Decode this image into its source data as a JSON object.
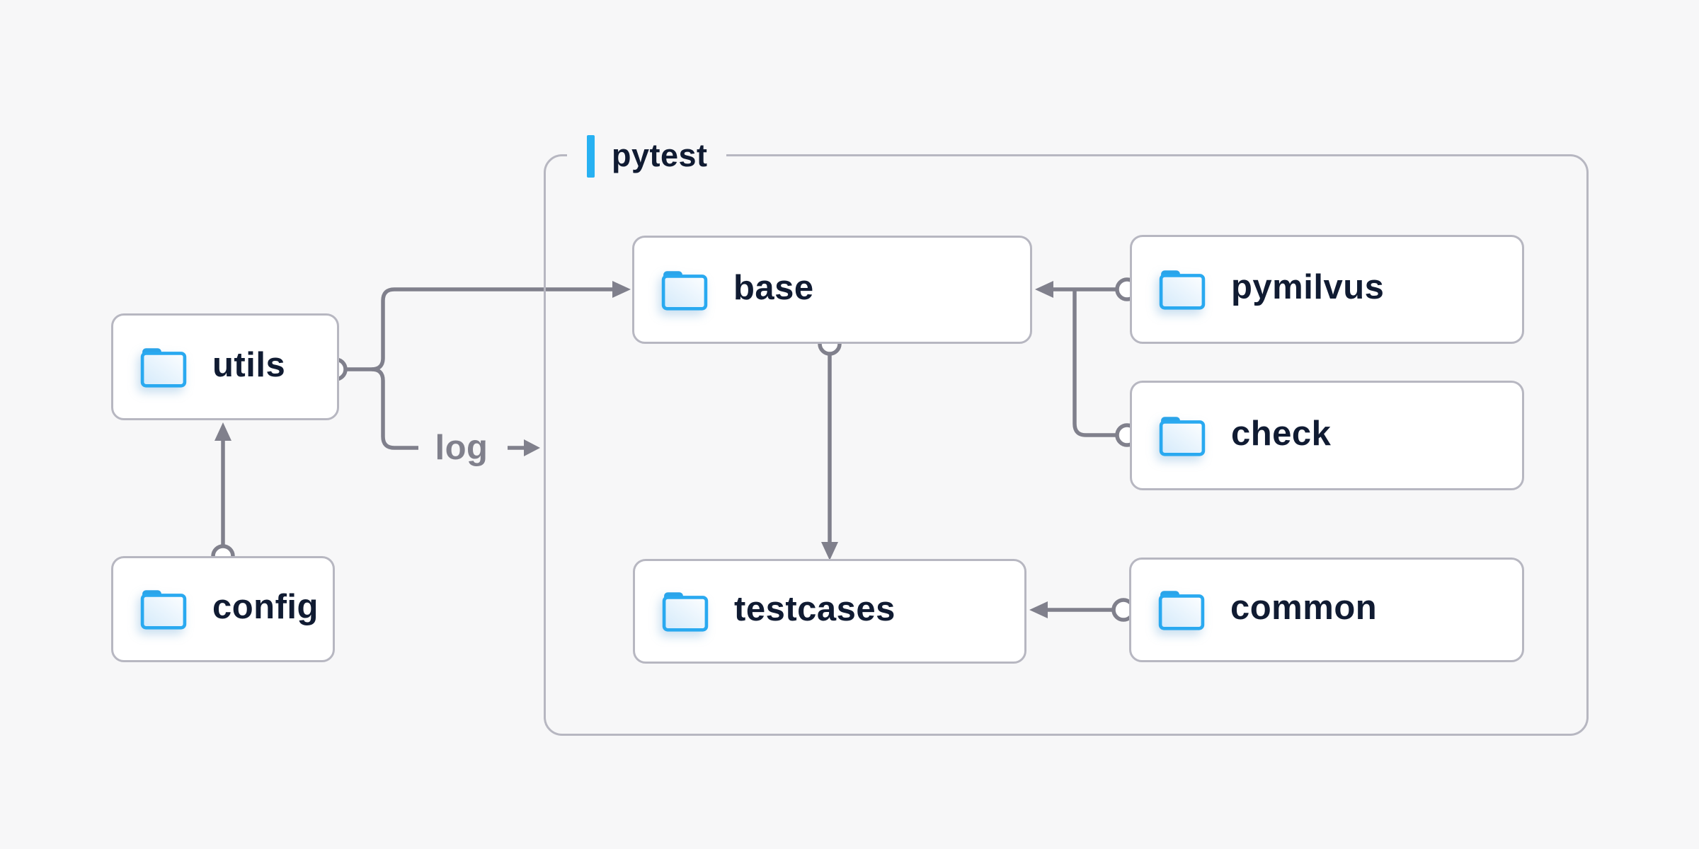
{
  "diagram": {
    "container": {
      "label": "pytest"
    },
    "nodes": [
      {
        "id": "utils",
        "label": "utils"
      },
      {
        "id": "config",
        "label": "config"
      },
      {
        "id": "base",
        "label": "base"
      },
      {
        "id": "pymilvus",
        "label": "pymilvus"
      },
      {
        "id": "check",
        "label": "check"
      },
      {
        "id": "testcases",
        "label": "testcases"
      },
      {
        "id": "common",
        "label": "common"
      }
    ],
    "edges": [
      {
        "from": "config",
        "to": "utils"
      },
      {
        "from": "utils",
        "to": "base"
      },
      {
        "from": "utils",
        "to": "pytest-group",
        "label": "log"
      },
      {
        "from": "pymilvus",
        "to": "base"
      },
      {
        "from": "check",
        "to": "base"
      },
      {
        "from": "base",
        "to": "testcases"
      },
      {
        "from": "common",
        "to": "testcases"
      }
    ],
    "colors": {
      "background": "#f7f7f8",
      "line": "#80808c",
      "border": "#b7b7c1",
      "text": "#101b32",
      "accent": "#27b1f2",
      "folder": "#29a9f0"
    }
  }
}
